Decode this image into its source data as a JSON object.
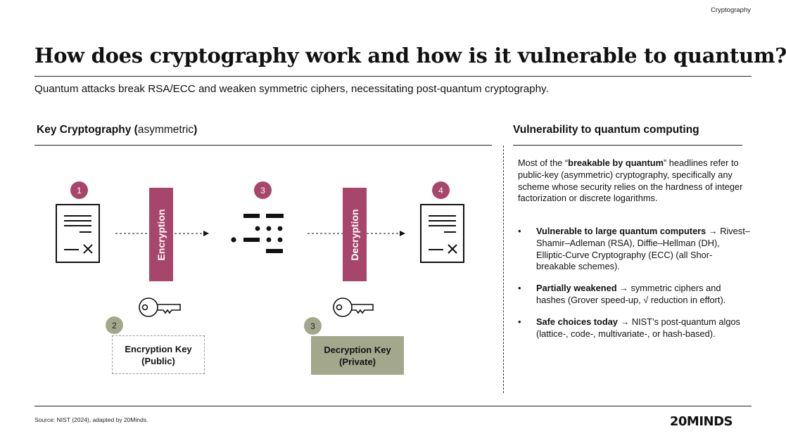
{
  "header": {
    "tag": "Cryptography",
    "title": "How does cryptography work and how is it vulnerable to quantum?",
    "subtitle": "Quantum attacks break RSA/ECC and weaken symmetric ciphers, necessitating post-quantum cryptography."
  },
  "left": {
    "heading_bold_a": "Key Cryptography (",
    "heading_normal": "asymmetric",
    "heading_bold_b": ")",
    "steps": [
      "1",
      "3",
      "4",
      "2",
      "3"
    ],
    "encryption_label": "Encryption",
    "decryption_label": "Decryption",
    "public_key_box": {
      "line1": "Encryption Key",
      "line2": "(Public)"
    },
    "private_key_box": {
      "line1": "Decryption Key",
      "line2": "(Private)"
    }
  },
  "right": {
    "heading": "Vulnerability to quantum computing",
    "intro_prefix": "Most of the “",
    "intro_bold": "breakable by quantum",
    "intro_suffix": "” headlines refer to public-key (asymmetric) cryptography, specifically any scheme whose security relies on the hardness of integer factorization or discrete logarithms.",
    "bullets": [
      {
        "bold": "Vulnerable to large quantum computers →",
        "text": " Rivest–Shamir–Adleman (RSA), Diffie–Hellman (DH), Elliptic-Curve Cryptography (ECC) (all Shor-breakable schemes)."
      },
      {
        "bold": "Partially weakened",
        "text": " → symmetric ciphers and hashes (Grover speed-up, √ reduction in effort)."
      },
      {
        "bold": "Safe choices today",
        "text": " → NIST’s post-quantum algos (lattice-, code-, multivariate-, or hash-based)."
      }
    ]
  },
  "footer": {
    "source": "Source: NIST (2024), adapted by 20Minds.",
    "brand": "20MINDS"
  },
  "colors": {
    "accent": "#a8456b",
    "sage": "#a3a78c"
  }
}
